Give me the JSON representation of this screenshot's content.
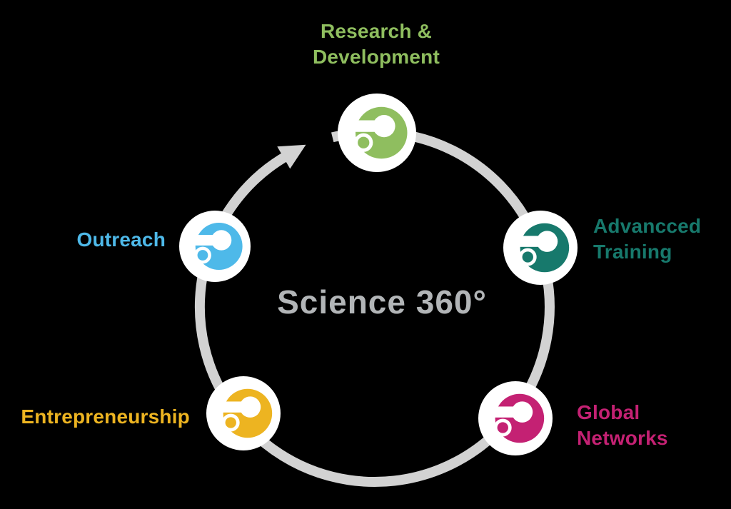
{
  "diagram": {
    "center_label": "Science 360°",
    "center_color": "#b2b5b7",
    "ring_color": "#d2d2d2",
    "node_icon": "logo-dot-icon",
    "nodes": [
      {
        "id": "research-development",
        "label": "Research &\nDevelopment",
        "color": "#8fbe5f"
      },
      {
        "id": "advancced-training",
        "label": "Advancced\nTraining",
        "color": "#17796c"
      },
      {
        "id": "global-networks",
        "label": "Global\nNetworks",
        "color": "#c42173"
      },
      {
        "id": "entrepreneurship",
        "label": "Entrepreneurship",
        "color": "#edb421"
      },
      {
        "id": "outreach",
        "label": "Outreach",
        "color": "#4eb9e9"
      }
    ]
  }
}
